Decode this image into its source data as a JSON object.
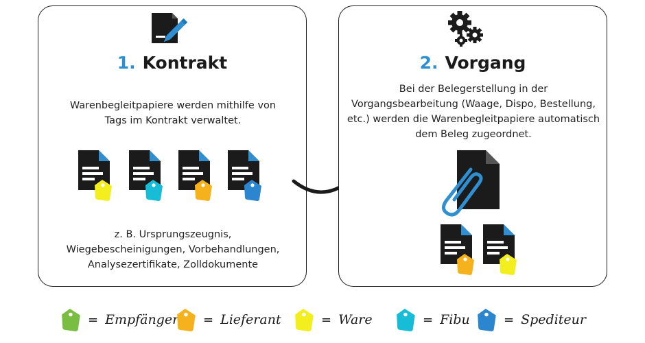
{
  "card1": {
    "number": "1.",
    "title": "Kontrakt",
    "description": [
      "Warenbegleitpapiere werden mithilfe von",
      "Tags im Kontrakt verwaltet."
    ],
    "examples": [
      "z. B. Ursprungszeugnis,",
      "Wiegebescheinigungen, Vorbehandlungen,",
      "Analysezertifikate, Zolldokumente"
    ],
    "icon": "document-pen-icon",
    "documents": [
      {
        "icon": "tagged-document-icon",
        "tag_color": "#f3ee1e"
      },
      {
        "icon": "tagged-document-icon",
        "tag_color": "#17bcd6"
      },
      {
        "icon": "tagged-document-icon",
        "tag_color": "#f6b21c"
      },
      {
        "icon": "tagged-document-icon",
        "tag_color": "#2b86cf"
      }
    ]
  },
  "card2": {
    "number": "2.",
    "title": "Vorgang",
    "description": [
      "Bei der Belegerstellung in der",
      "Vorgangsbearbeitung (Waage, Dispo, Bestellung,",
      "etc.) werden die Warenbegleitpapiere automatisch",
      "dem Beleg zugeordnet."
    ],
    "icon": "gears-icon",
    "main_document_icon": "paperclip-document-icon",
    "documents": [
      {
        "icon": "tagged-document-icon",
        "tag_color": "#f6b21c"
      },
      {
        "icon": "tagged-document-icon",
        "tag_color": "#f3ee1e"
      }
    ]
  },
  "arrow_icon": "curved-arrow-icon",
  "legend": [
    {
      "label": "Empfänger",
      "color": "#79be42",
      "eq": "="
    },
    {
      "label": "Lieferant",
      "color": "#f6b21c",
      "eq": "="
    },
    {
      "label": "Ware",
      "color": "#f3ee1e",
      "eq": "="
    },
    {
      "label": "Fibu",
      "color": "#17bcd6",
      "eq": "="
    },
    {
      "label": "Spediteur",
      "color": "#2b86cf",
      "eq": "="
    }
  ]
}
